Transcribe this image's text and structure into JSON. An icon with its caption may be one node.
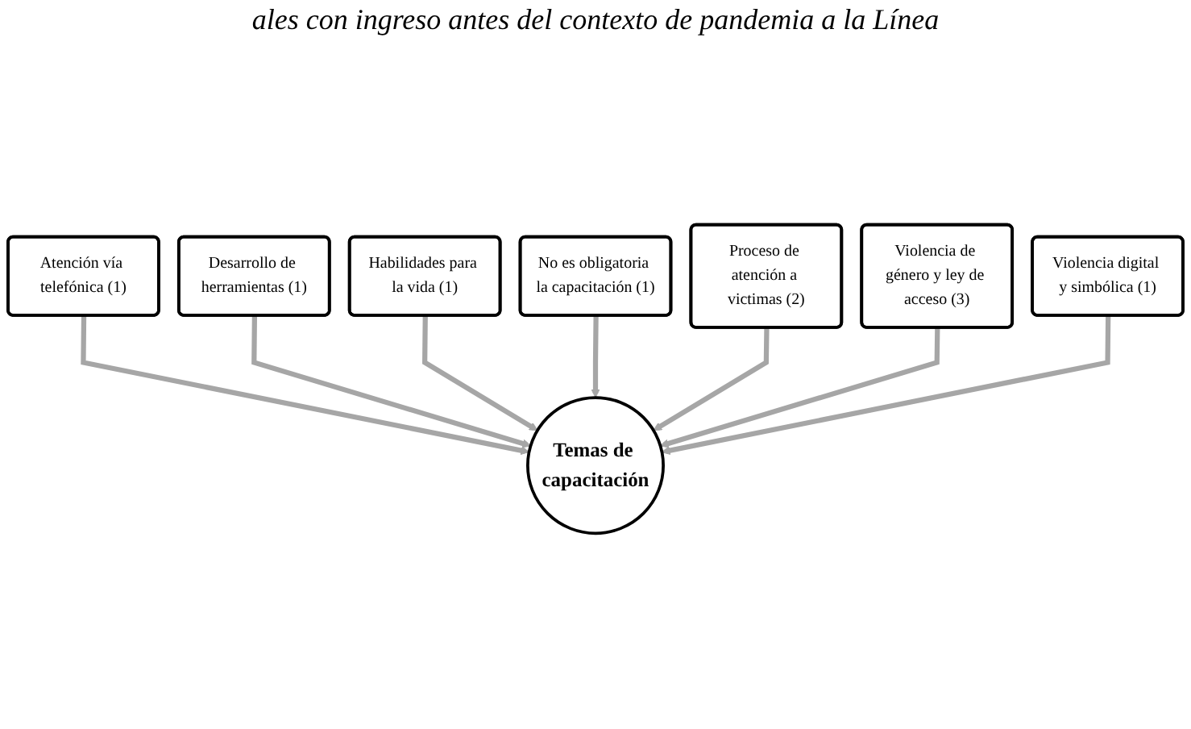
{
  "diagram": {
    "title": "ales con ingreso antes del contexto de pandemia a la Línea",
    "nodes": [
      {
        "text": [
          "Atención vía telefónica (1)"
        ]
      },
      {
        "text": [
          "Desarrollo de herramientas (1)"
        ]
      },
      {
        "text": [
          "Habilidades para la vida (1)"
        ]
      },
      {
        "text": [
          "No es obligatoria la capacitación (1)"
        ]
      },
      {
        "text": [
          "Proceso de atención a victimas (2)"
        ]
      },
      {
        "text": [
          "Violencia de género y ley de acceso (3)"
        ]
      },
      {
        "text": [
          "Violencia digital y simbólica (1)"
        ]
      },
      {
        "text": [
          "Temas de capacitación"
        ]
      }
    ],
    "edges": [
      {
        "from": 0,
        "to": 7,
        "arrow": "to"
      },
      {
        "from": 1,
        "to": 7,
        "arrow": "to"
      },
      {
        "from": 2,
        "to": 7,
        "arrow": "to"
      },
      {
        "from": 3,
        "to": 7,
        "arrow": "to"
      },
      {
        "from": 4,
        "to": 7,
        "arrow": "to"
      },
      {
        "from": 5,
        "to": 7,
        "arrow": "to"
      },
      {
        "from": 6,
        "to": 7,
        "arrow": "to"
      }
    ]
  }
}
